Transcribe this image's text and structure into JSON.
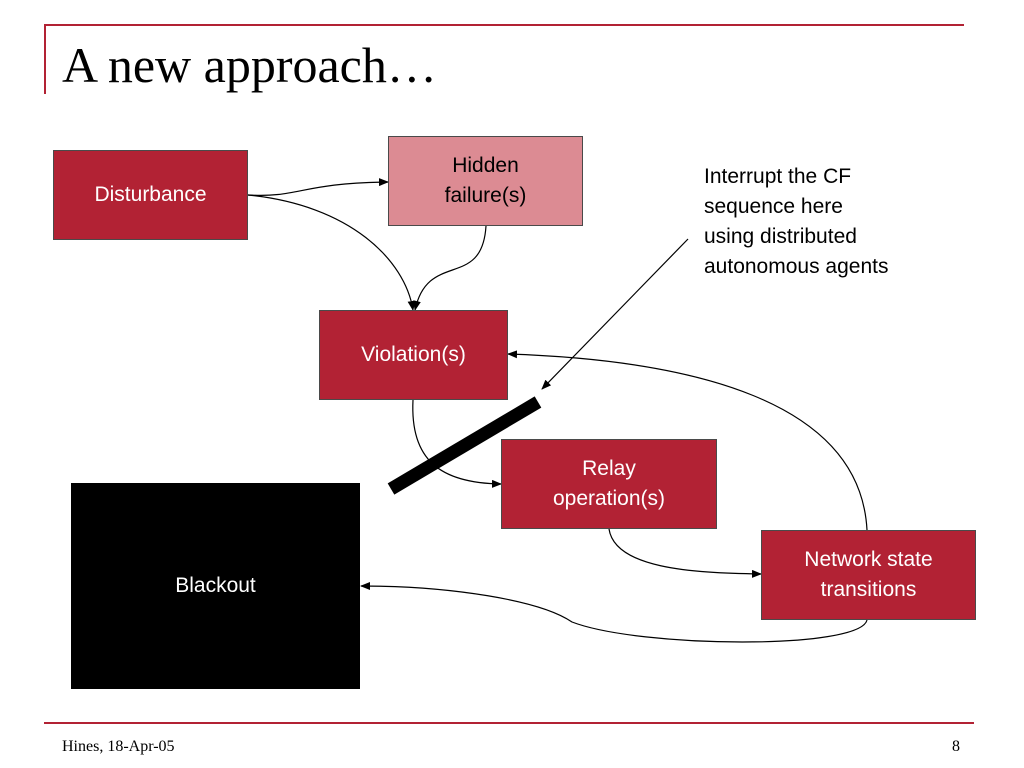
{
  "slide": {
    "title": "A new approach…",
    "footer": "Hines, 18-Apr-05",
    "page_number": "8"
  },
  "diagram": {
    "nodes": {
      "disturbance": "Disturbance",
      "hidden_failures": [
        "Hidden",
        "failure(s)"
      ],
      "violations": "Violation(s)",
      "relay_operations": [
        "Relay",
        "operation(s)"
      ],
      "network_state": [
        "Network state",
        "transitions"
      ],
      "blackout": "Blackout"
    },
    "annotation": [
      "Interrupt the CF",
      "sequence here",
      "using distributed",
      "autonomous agents"
    ]
  },
  "colors": {
    "accent": "#b22234",
    "hidden_fill": "#dc8b93",
    "blackout_fill": "#000000"
  }
}
